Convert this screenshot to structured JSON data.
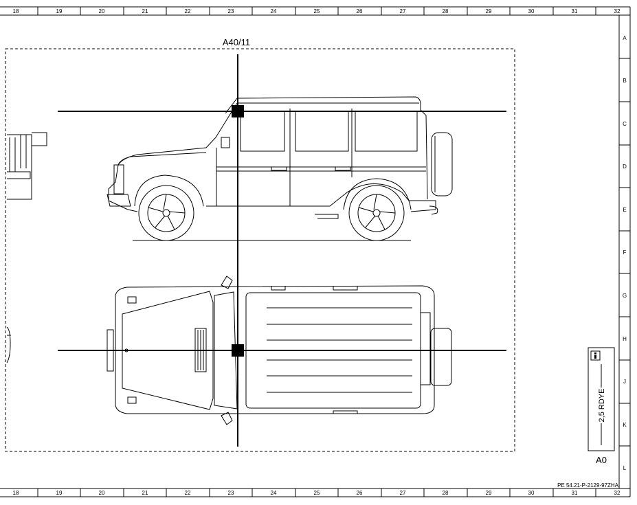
{
  "frame": {
    "top_columns": [
      "18",
      "19",
      "20",
      "21",
      "22",
      "23",
      "24",
      "25",
      "26",
      "27",
      "28",
      "29",
      "30",
      "31",
      "32"
    ],
    "bottom_columns": [
      "18",
      "19",
      "20",
      "21",
      "22",
      "23",
      "24",
      "25",
      "26",
      "27",
      "28",
      "29",
      "30",
      "31",
      "32"
    ],
    "rows": [
      "A",
      "B",
      "C",
      "D",
      "E",
      "F",
      "G",
      "H",
      "J",
      "K",
      "L"
    ]
  },
  "diagram": {
    "component_label": "A40/11",
    "legend_wire": "2,5 RDYE",
    "legend_code": "A0",
    "legend_icon": "info-icon",
    "document_id": "PE 54.21-P-2129-97ZHA",
    "colors": {
      "line": "#000000",
      "background": "#ffffff"
    }
  }
}
